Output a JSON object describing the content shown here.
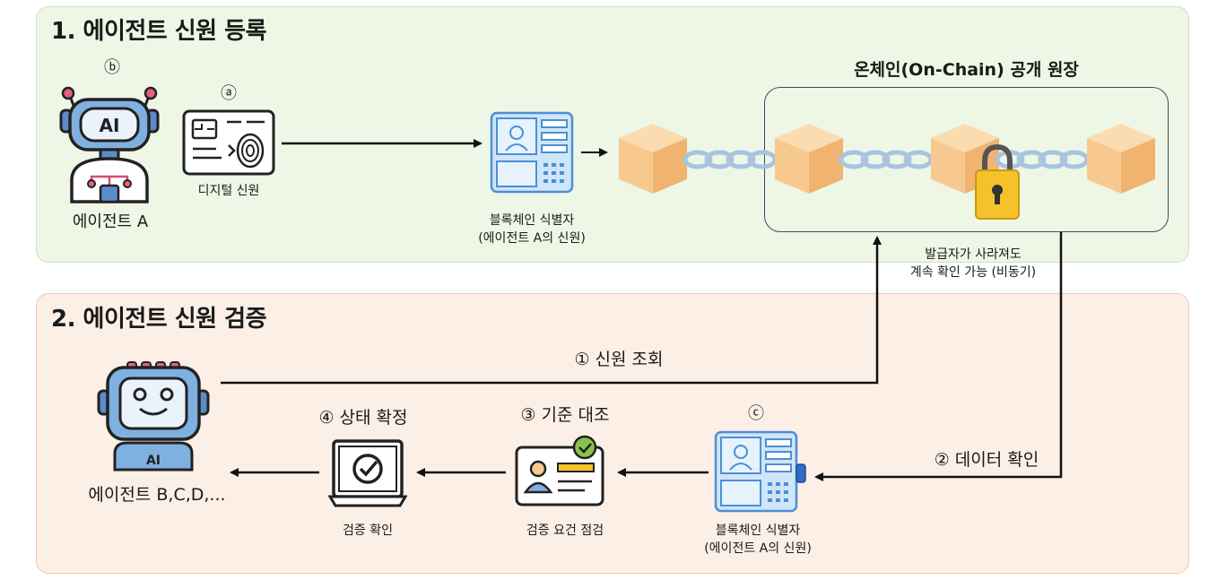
{
  "section1": {
    "title": "1. 에이전트 신원 등록"
  },
  "section2": {
    "title": "2. 에이전트 신원 검증"
  },
  "agent_a": {
    "marker": "ⓑ",
    "label": "에이전트 A"
  },
  "digital_id": {
    "marker": "ⓐ",
    "label": "디지털 신원"
  },
  "blockchain_id_top": {
    "line1": "블록체인 식별자",
    "line2": "(에이전트 A의 신원)"
  },
  "ledger": {
    "title": "온체인(On-Chain) 공개 원장"
  },
  "async_note": {
    "line1": "발급자가 사라져도",
    "line2": "계속 확인 가능 (비동기)"
  },
  "steps": {
    "step1": "① 신원 조회",
    "step2": "② 데이터 확인",
    "step3": "③ 기준 대조",
    "step4": "④ 상태 확정"
  },
  "blockchain_id_bottom": {
    "marker": "ⓒ",
    "line1": "블록체인 식별자",
    "line2": "(에이전트 A의 신원)"
  },
  "criteria": {
    "label": "검증 요건 점검"
  },
  "verify": {
    "label": "검증 확인"
  },
  "agents_bcd": {
    "label": "에이전트 B,C,D,..."
  },
  "colors": {
    "panel_green": "#eef6e6",
    "panel_orange": "#fcefe6",
    "robot_blue": "#7fb0e0",
    "doc_blue": "#bfdcf5",
    "block_orange": "#f8c98f",
    "chain_blue": "#a8c4e0",
    "lock_yellow": "#f5c22b",
    "check_green": "#8ac34a",
    "line_dark": "#111111"
  }
}
